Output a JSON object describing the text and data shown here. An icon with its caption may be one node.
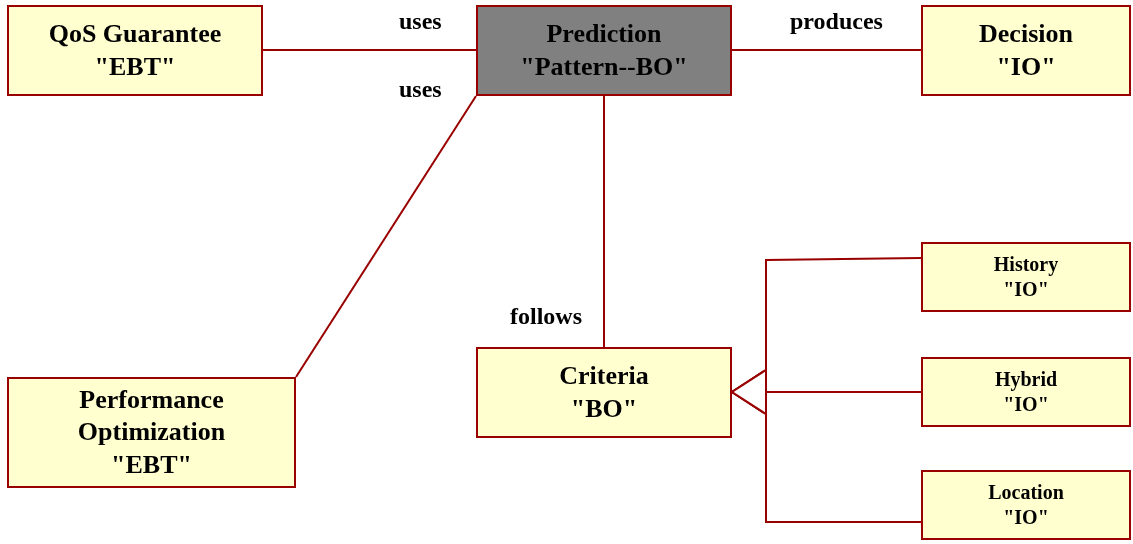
{
  "diagram": {
    "nodes": [
      {
        "text": [
          "QoS Guarantee",
          "\"EBT\""
        ]
      },
      {
        "text": [
          "Prediction",
          "\"Pattern--BO\""
        ]
      },
      {
        "text": [
          "Decision",
          "\"IO\""
        ]
      },
      {
        "text": [
          "Performance Optimization",
          "\"EBT\""
        ]
      },
      {
        "text": [
          "Criteria",
          "\"BO\""
        ]
      },
      {
        "text": [
          "History",
          "\"IO\""
        ]
      },
      {
        "text": [
          "Hybrid",
          "\"IO\""
        ]
      },
      {
        "text": [
          "Location",
          "\"IO\""
        ]
      }
    ],
    "edges": [
      {
        "from": 1,
        "to": 0,
        "arrow": "none",
        "label": "uses"
      },
      {
        "from": 1,
        "to": 3,
        "arrow": "none",
        "label": "uses"
      },
      {
        "from": 1,
        "to": 2,
        "arrow": "none",
        "label": "produces"
      },
      {
        "from": 1,
        "to": 4,
        "arrow": "none",
        "label": "follows"
      },
      {
        "from": 5,
        "to": 4,
        "arrow": "to"
      },
      {
        "from": 6,
        "to": 4,
        "arrow": "to"
      },
      {
        "from": 7,
        "to": 4,
        "arrow": "to"
      }
    ]
  }
}
